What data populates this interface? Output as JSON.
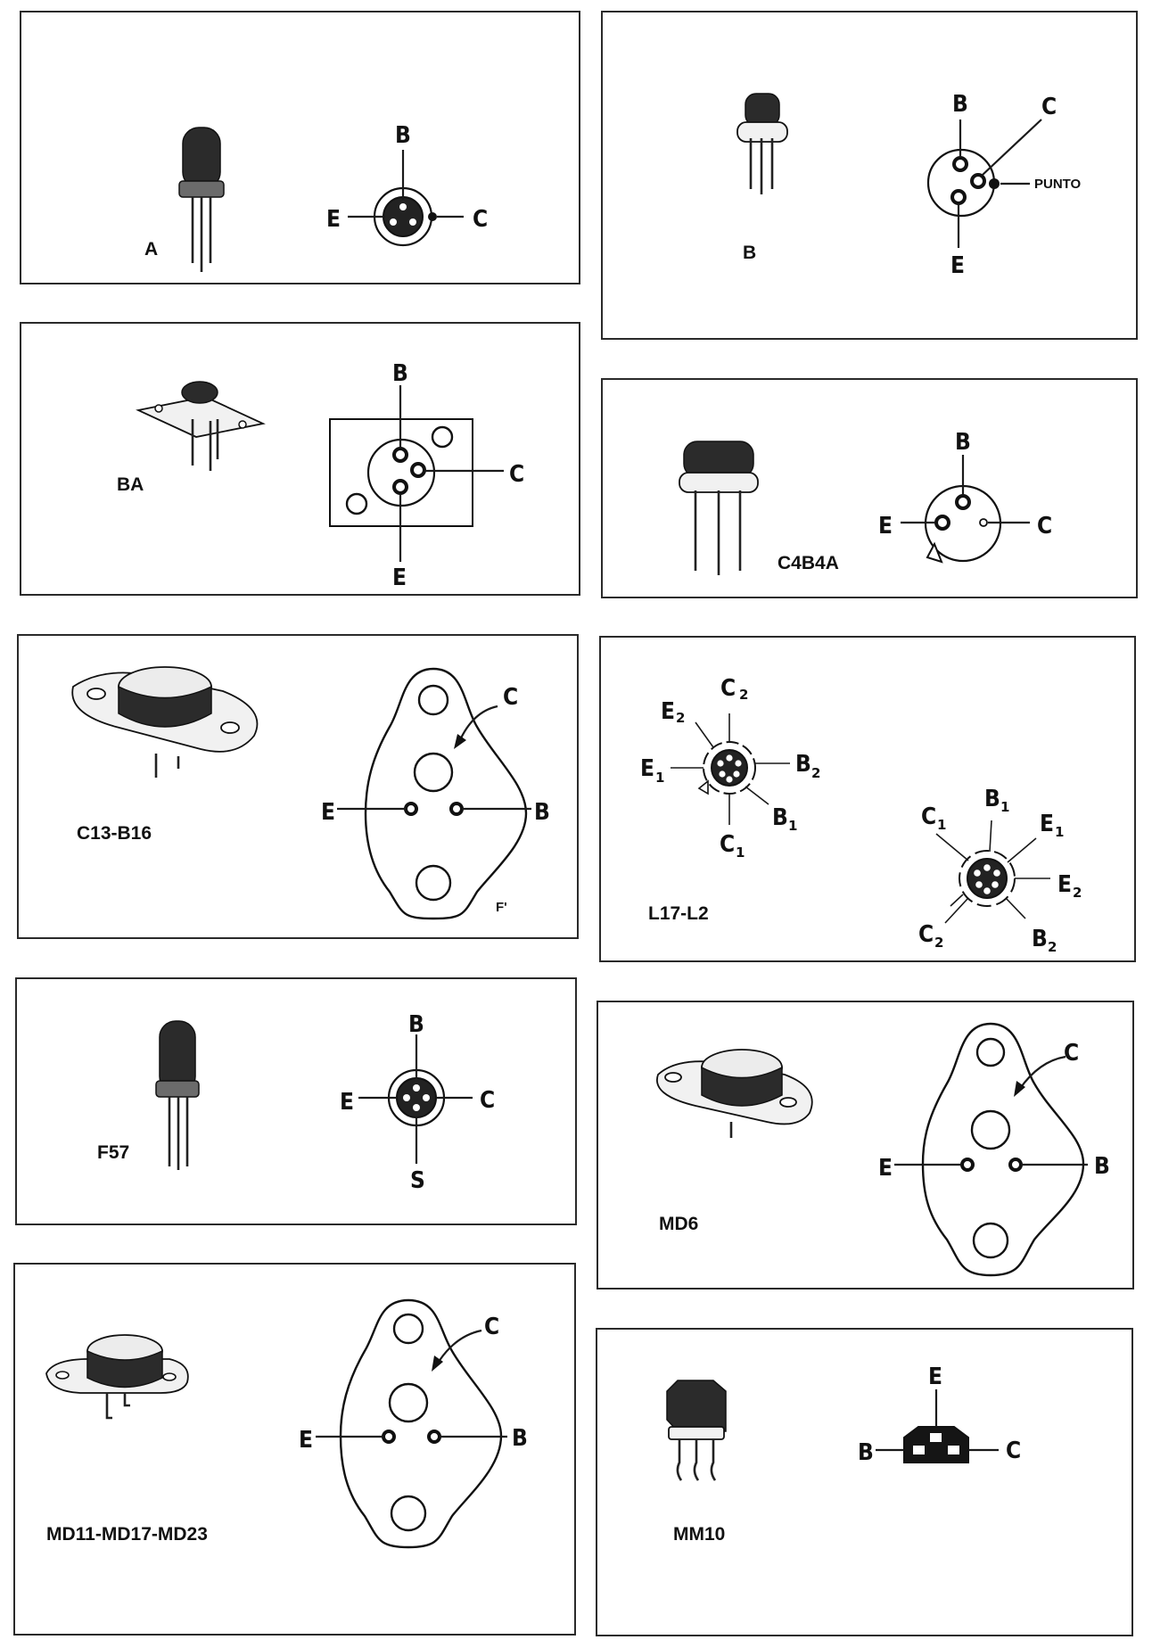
{
  "panels": {
    "A": {
      "name": "A",
      "pins": {
        "B": "B",
        "E": "E",
        "C": "C"
      }
    },
    "B": {
      "name": "B",
      "pins": {
        "B": "B",
        "C": "C",
        "E": "E"
      },
      "dot_label": "PUNTO"
    },
    "BA": {
      "name": "BA",
      "pins": {
        "B": "B",
        "C": "C",
        "E": "E"
      }
    },
    "C4B4A": {
      "name": "C4B4A",
      "pins": {
        "B": "B",
        "E": "E",
        "C": "C"
      }
    },
    "C13B16": {
      "name": "C13-B16",
      "pins": {
        "C": "C",
        "E": "E",
        "B": "B"
      },
      "corner_mark": "F'"
    },
    "L17L2": {
      "name": "L17-L2",
      "top_view": {
        "C": "C",
        "C_sub": "2",
        "E2": "E",
        "E2_sub": "2",
        "E1": "E",
        "E1_sub": "1",
        "B2": "B",
        "B2_sub": "2",
        "B1": "B",
        "B1_sub": "1",
        "C1": "C",
        "C1_sub": "1"
      },
      "bottom_view": {
        "C1": "C",
        "C1_sub": "1",
        "B1": "B",
        "B1_sub": "1",
        "E1": "E",
        "E1_sub": "1",
        "E2": "E",
        "E2_sub": "2",
        "C2": "C",
        "C2_sub": "2",
        "B2": "B",
        "B2_sub": "2"
      }
    },
    "F57": {
      "name": "F57",
      "pins": {
        "B": "B",
        "E": "E",
        "C": "C",
        "S": "S"
      }
    },
    "MD6": {
      "name": "MD6",
      "pins": {
        "C": "C",
        "E": "E",
        "B": "B"
      }
    },
    "MD11": {
      "name": "MD11-MD17-MD23",
      "pins": {
        "C": "C",
        "E": "E",
        "B": "B"
      }
    },
    "MM10": {
      "name": "MM10",
      "pins": {
        "E": "E",
        "B": "B",
        "C": "C"
      }
    }
  }
}
